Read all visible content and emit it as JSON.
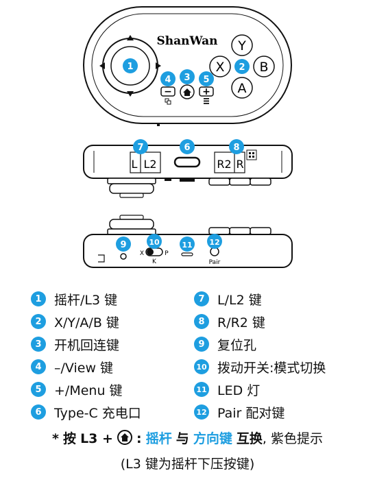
{
  "brand": "ShanWan",
  "buttons": {
    "y": "Y",
    "x": "X",
    "b": "B",
    "a": "A"
  },
  "symbols": {
    "minus": "−",
    "plus": "+"
  },
  "shoulder": {
    "l": "L",
    "l2": "L2",
    "r2": "R2",
    "r": "R"
  },
  "bottom": {
    "switch_x": "X",
    "switch_p": "P",
    "switch_k": "K",
    "pair": "Pair"
  },
  "callouts": [
    "1",
    "2",
    "3",
    "4",
    "5",
    "6",
    "7",
    "8",
    "9",
    "10",
    "11",
    "12"
  ],
  "legend": [
    {
      "num": "1",
      "text": "摇杆/L3 键"
    },
    {
      "num": "2",
      "text": "X/Y/A/B 键"
    },
    {
      "num": "3",
      "text": "开机回连键"
    },
    {
      "num": "4",
      "text": "–/View 键"
    },
    {
      "num": "5",
      "text": "+/Menu 键"
    },
    {
      "num": "6",
      "text": "Type-C 充电口"
    },
    {
      "num": "7",
      "text": "L/L2 键"
    },
    {
      "num": "8",
      "text": "R/R2 键"
    },
    {
      "num": "9",
      "text": "复位孔"
    },
    {
      "num": "10",
      "text": "拨动开关:模式切换"
    },
    {
      "num": "11",
      "text": "LED 灯"
    },
    {
      "num": "12",
      "text": "Pair 配对键"
    }
  ],
  "note": {
    "star": "*",
    "press": "按",
    "l3": "L3 +",
    "colon": ":",
    "joystick": "摇杆",
    "and": "与",
    "dpad": "方向键",
    "swap": "互换",
    "tail": ", 紫色提示",
    "line2": "(L3 键为摇杆下压按键)"
  },
  "colors": {
    "accent": "#1e9ee0",
    "ink": "#111111"
  },
  "icons": [
    "home-icon",
    "arrow-up-icon",
    "arrow-down-icon",
    "arrow-left-icon",
    "arrow-right-icon",
    "view-icon",
    "menu-icon",
    "qr-icon"
  ]
}
